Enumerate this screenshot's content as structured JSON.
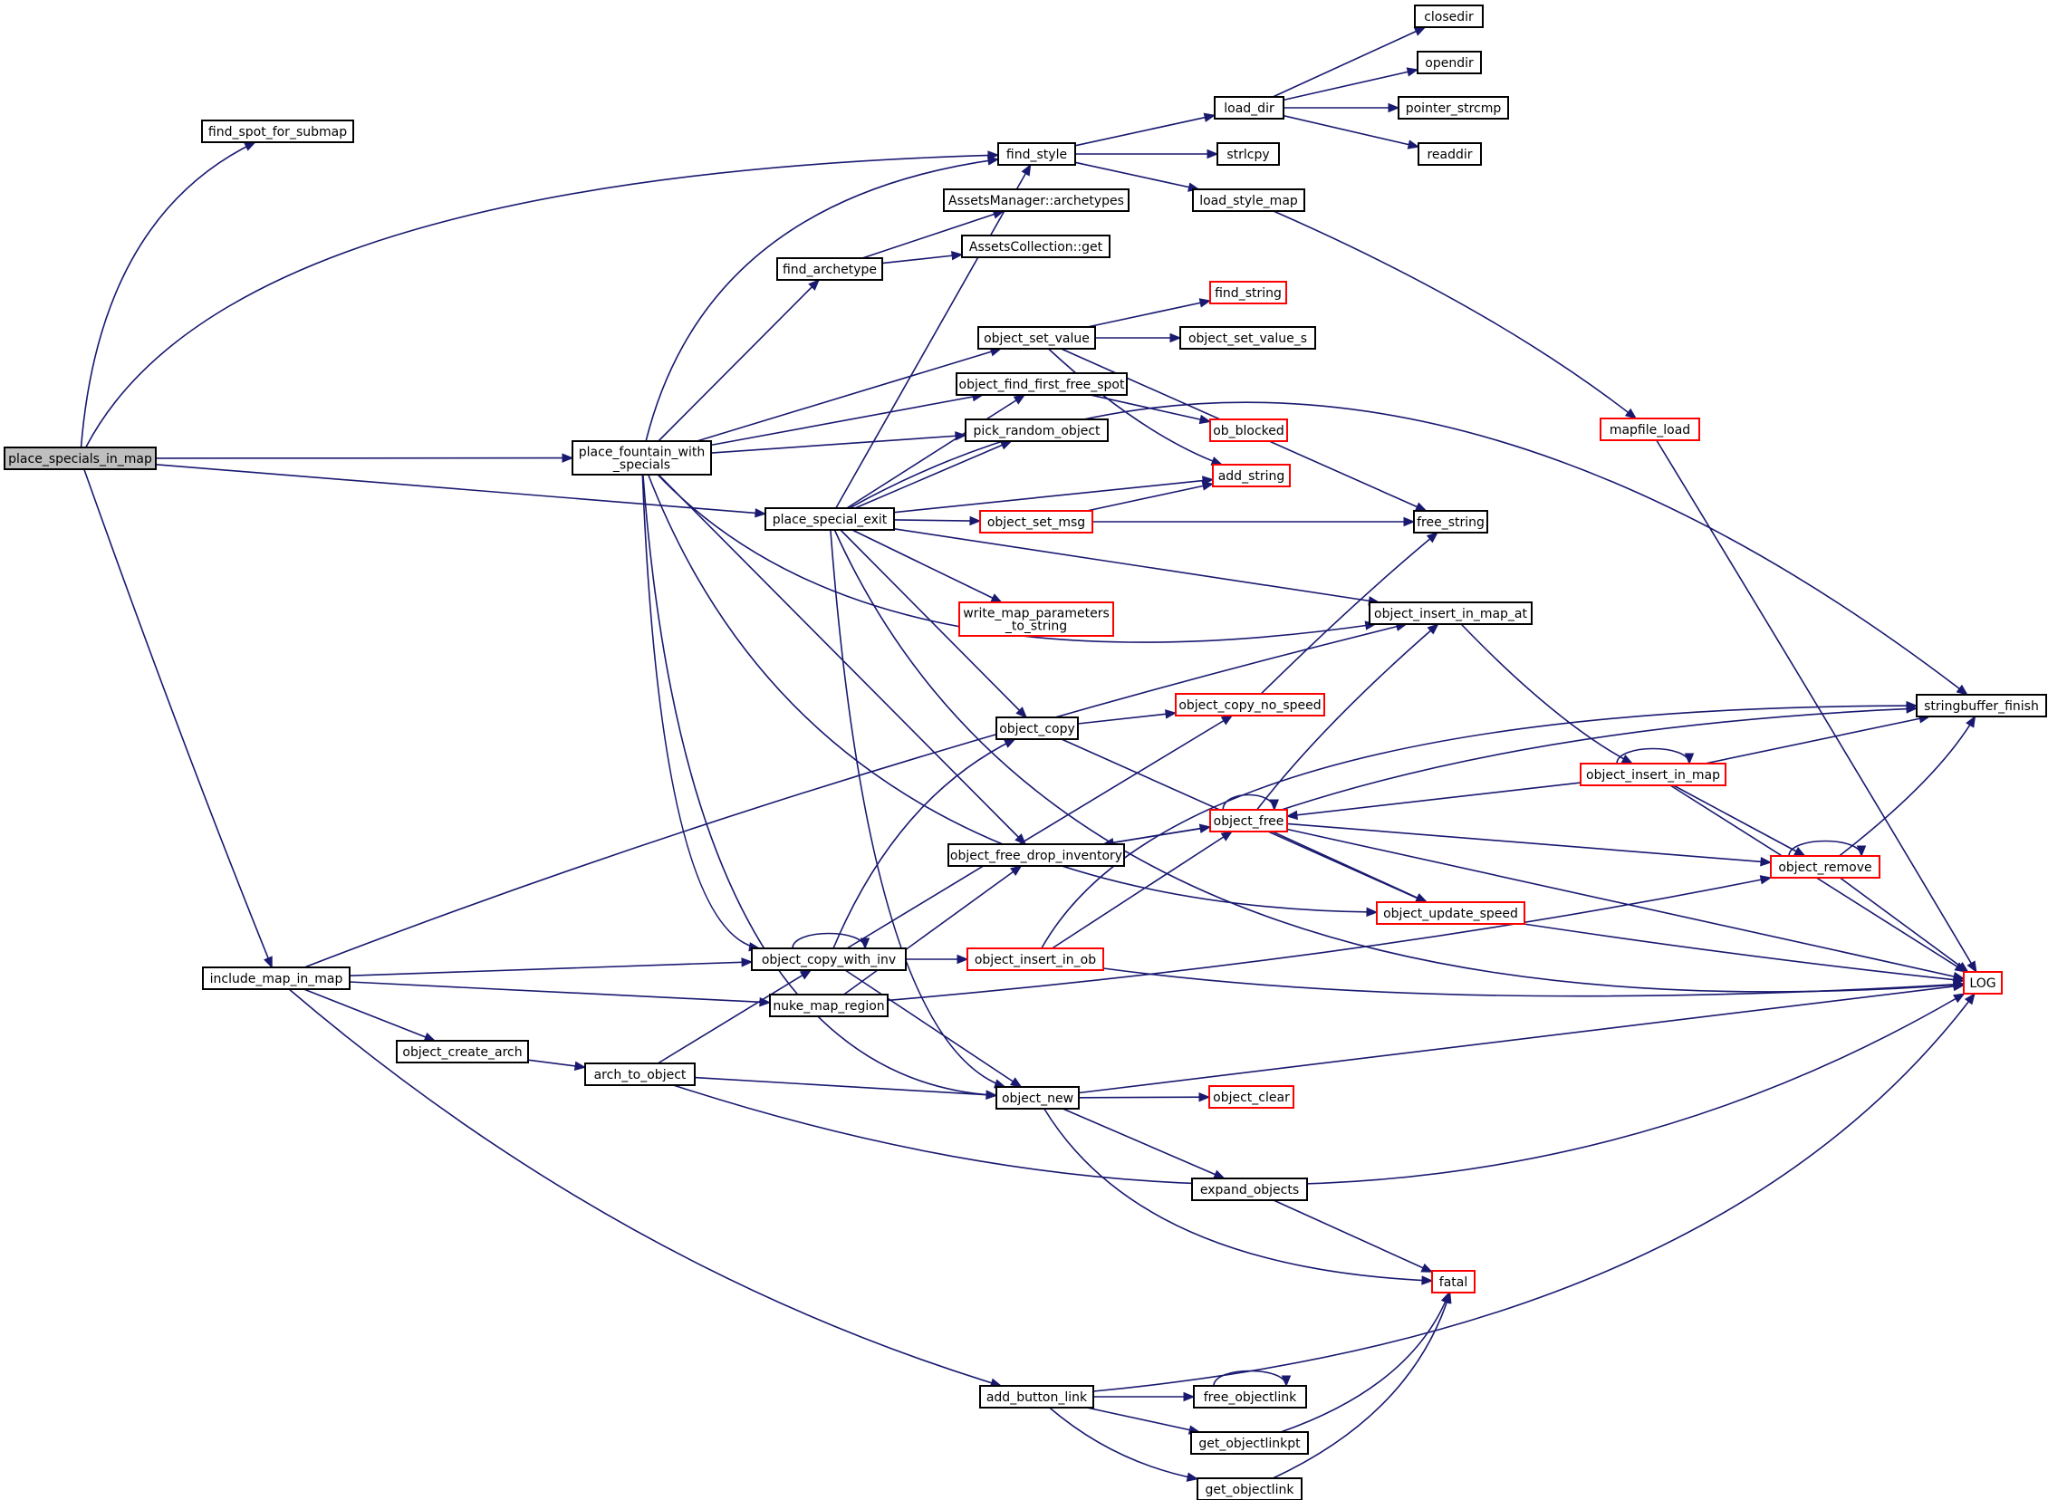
{
  "colors": {
    "edge": "#191970",
    "node_border": "#000000",
    "truncated_border": "#ff0000",
    "root_fill": "#bfbfbf",
    "node_fill": "#ffffff"
  },
  "nodes": {
    "place_specials_in_map": {
      "label": [
        "place_specials_in_map"
      ],
      "kind": "root"
    },
    "find_spot_for_submap": {
      "label": [
        "find_spot_for_submap"
      ],
      "kind": "normal"
    },
    "place_fountain_with_specials": {
      "label": [
        "place_fountain_with",
        "_specials"
      ],
      "kind": "normal"
    },
    "place_special_exit": {
      "label": [
        "place_special_exit"
      ],
      "kind": "normal"
    },
    "include_map_in_map": {
      "label": [
        "include_map_in_map"
      ],
      "kind": "normal"
    },
    "find_style": {
      "label": [
        "find_style"
      ],
      "kind": "normal"
    },
    "load_dir": {
      "label": [
        "load_dir"
      ],
      "kind": "normal"
    },
    "closedir": {
      "label": [
        "closedir"
      ],
      "kind": "normal"
    },
    "opendir": {
      "label": [
        "opendir"
      ],
      "kind": "normal"
    },
    "pointer_strcmp": {
      "label": [
        "pointer_strcmp"
      ],
      "kind": "normal"
    },
    "readdir": {
      "label": [
        "readdir"
      ],
      "kind": "normal"
    },
    "strlcpy": {
      "label": [
        "strlcpy"
      ],
      "kind": "normal"
    },
    "load_style_map": {
      "label": [
        "load_style_map"
      ],
      "kind": "normal"
    },
    "assets_archetypes": {
      "label": [
        "AssetsManager::archetypes"
      ],
      "kind": "normal"
    },
    "assets_get": {
      "label": [
        "AssetsCollection::get"
      ],
      "kind": "normal"
    },
    "find_archetype": {
      "label": [
        "find_archetype"
      ],
      "kind": "normal"
    },
    "find_string": {
      "label": [
        "find_string"
      ],
      "kind": "truncated"
    },
    "object_set_value": {
      "label": [
        "object_set_value"
      ],
      "kind": "normal"
    },
    "object_set_value_s": {
      "label": [
        "object_set_value_s"
      ],
      "kind": "normal"
    },
    "object_find_first_free_spot": {
      "label": [
        "object_find_first_free_spot"
      ],
      "kind": "normal"
    },
    "ob_blocked": {
      "label": [
        "ob_blocked"
      ],
      "kind": "truncated"
    },
    "pick_random_object": {
      "label": [
        "pick_random_object"
      ],
      "kind": "normal"
    },
    "add_string": {
      "label": [
        "add_string"
      ],
      "kind": "truncated"
    },
    "mapfile_load": {
      "label": [
        "mapfile_load"
      ],
      "kind": "truncated"
    },
    "object_set_msg": {
      "label": [
        "object_set_msg"
      ],
      "kind": "truncated"
    },
    "free_string": {
      "label": [
        "free_string"
      ],
      "kind": "normal"
    },
    "write_map_parameters_to_string": {
      "label": [
        "write_map_parameters",
        "_to_string"
      ],
      "kind": "truncated"
    },
    "object_insert_in_map_at": {
      "label": [
        "object_insert_in_map_at"
      ],
      "kind": "normal"
    },
    "object_copy_no_speed": {
      "label": [
        "object_copy_no_speed"
      ],
      "kind": "truncated"
    },
    "stringbuffer_finish": {
      "label": [
        "stringbuffer_finish"
      ],
      "kind": "normal"
    },
    "object_copy": {
      "label": [
        "object_copy"
      ],
      "kind": "normal"
    },
    "object_insert_in_map": {
      "label": [
        "object_insert_in_map"
      ],
      "kind": "truncated"
    },
    "object_free": {
      "label": [
        "object_free"
      ],
      "kind": "truncated"
    },
    "object_free_drop_inventory": {
      "label": [
        "object_free_drop_inventory"
      ],
      "kind": "normal"
    },
    "object_remove": {
      "label": [
        "object_remove"
      ],
      "kind": "truncated"
    },
    "object_update_speed": {
      "label": [
        "object_update_speed"
      ],
      "kind": "truncated"
    },
    "object_copy_with_inv": {
      "label": [
        "object_copy_with_inv"
      ],
      "kind": "normal"
    },
    "object_insert_in_ob": {
      "label": [
        "object_insert_in_ob"
      ],
      "kind": "truncated"
    },
    "LOG": {
      "label": [
        "LOG"
      ],
      "kind": "truncated"
    },
    "nuke_map_region": {
      "label": [
        "nuke_map_region"
      ],
      "kind": "normal"
    },
    "object_create_arch": {
      "label": [
        "object_create_arch"
      ],
      "kind": "normal"
    },
    "arch_to_object": {
      "label": [
        "arch_to_object"
      ],
      "kind": "normal"
    },
    "object_new": {
      "label": [
        "object_new"
      ],
      "kind": "normal"
    },
    "object_clear": {
      "label": [
        "object_clear"
      ],
      "kind": "truncated"
    },
    "expand_objects": {
      "label": [
        "expand_objects"
      ],
      "kind": "normal"
    },
    "fatal": {
      "label": [
        "fatal"
      ],
      "kind": "truncated"
    },
    "add_button_link": {
      "label": [
        "add_button_link"
      ],
      "kind": "normal"
    },
    "free_objectlink": {
      "label": [
        "free_objectlink"
      ],
      "kind": "normal"
    },
    "get_objectlinkpt": {
      "label": [
        "get_objectlinkpt"
      ],
      "kind": "normal"
    },
    "get_objectlink": {
      "label": [
        "get_objectlink"
      ],
      "kind": "normal"
    }
  },
  "edges": [
    [
      "place_specials_in_map",
      "find_spot_for_submap"
    ],
    [
      "place_specials_in_map",
      "find_style"
    ],
    [
      "place_specials_in_map",
      "place_fountain_with_specials"
    ],
    [
      "place_specials_in_map",
      "place_special_exit"
    ],
    [
      "place_specials_in_map",
      "include_map_in_map"
    ],
    [
      "find_style",
      "load_dir"
    ],
    [
      "find_style",
      "strlcpy"
    ],
    [
      "find_style",
      "load_style_map"
    ],
    [
      "load_dir",
      "closedir"
    ],
    [
      "load_dir",
      "opendir"
    ],
    [
      "load_dir",
      "pointer_strcmp"
    ],
    [
      "load_dir",
      "readdir"
    ],
    [
      "load_style_map",
      "mapfile_load"
    ],
    [
      "mapfile_load",
      "LOG"
    ],
    [
      "find_archetype",
      "assets_archetypes"
    ],
    [
      "find_archetype",
      "assets_get"
    ],
    [
      "place_fountain_with_specials",
      "find_style"
    ],
    [
      "place_fountain_with_specials",
      "find_archetype"
    ],
    [
      "place_fountain_with_specials",
      "object_set_value"
    ],
    [
      "place_fountain_with_specials",
      "object_find_first_free_spot"
    ],
    [
      "place_fountain_with_specials",
      "pick_random_object"
    ],
    [
      "place_fountain_with_specials",
      "object_insert_in_map_at"
    ],
    [
      "place_fountain_with_specials",
      "object_free_drop_inventory"
    ],
    [
      "place_fountain_with_specials",
      "object_update_speed"
    ],
    [
      "place_fountain_with_specials",
      "object_copy_with_inv"
    ],
    [
      "place_fountain_with_specials",
      "object_new"
    ],
    [
      "object_set_value",
      "find_string"
    ],
    [
      "object_set_value",
      "object_set_value_s"
    ],
    [
      "object_set_value",
      "add_string"
    ],
    [
      "object_set_value",
      "free_string"
    ],
    [
      "object_find_first_free_spot",
      "ob_blocked"
    ],
    [
      "place_special_exit",
      "find_style"
    ],
    [
      "place_special_exit",
      "stringbuffer_finish"
    ],
    [
      "place_special_exit",
      "object_find_first_free_spot"
    ],
    [
      "place_special_exit",
      "pick_random_object"
    ],
    [
      "place_special_exit",
      "add_string"
    ],
    [
      "place_special_exit",
      "object_set_msg"
    ],
    [
      "place_special_exit",
      "write_map_parameters_to_string"
    ],
    [
      "place_special_exit",
      "object_insert_in_map_at"
    ],
    [
      "place_special_exit",
      "object_copy"
    ],
    [
      "place_special_exit",
      "object_new"
    ],
    [
      "place_special_exit",
      "LOG"
    ],
    [
      "object_set_msg",
      "add_string"
    ],
    [
      "object_set_msg",
      "free_string"
    ],
    [
      "object_insert_in_map_at",
      "object_insert_in_map"
    ],
    [
      "object_copy_no_speed",
      "free_string"
    ],
    [
      "object_copy",
      "object_copy_no_speed"
    ],
    [
      "object_copy",
      "object_update_speed"
    ],
    [
      "object_insert_in_map",
      "object_insert_in_map"
    ],
    [
      "object_insert_in_map",
      "stringbuffer_finish"
    ],
    [
      "object_insert_in_map",
      "object_free"
    ],
    [
      "object_insert_in_map",
      "object_remove"
    ],
    [
      "object_insert_in_map",
      "LOG"
    ],
    [
      "object_free",
      "object_free"
    ],
    [
      "object_free",
      "object_insert_in_map_at"
    ],
    [
      "object_free",
      "stringbuffer_finish"
    ],
    [
      "object_free",
      "object_free_drop_inventory"
    ],
    [
      "object_free",
      "object_remove"
    ],
    [
      "object_free",
      "object_update_speed"
    ],
    [
      "object_free",
      "LOG"
    ],
    [
      "object_free_drop_inventory",
      "object_free"
    ],
    [
      "object_remove",
      "object_remove"
    ],
    [
      "object_remove",
      "stringbuffer_finish"
    ],
    [
      "object_remove",
      "LOG"
    ],
    [
      "object_update_speed",
      "LOG"
    ],
    [
      "object_copy_with_inv",
      "object_copy_with_inv"
    ],
    [
      "object_copy_with_inv",
      "object_copy"
    ],
    [
      "object_copy_with_inv",
      "object_copy_no_speed"
    ],
    [
      "object_copy_with_inv",
      "object_insert_in_ob"
    ],
    [
      "object_copy_with_inv",
      "object_new"
    ],
    [
      "object_insert_in_ob",
      "stringbuffer_finish"
    ],
    [
      "object_insert_in_ob",
      "object_free"
    ],
    [
      "object_insert_in_ob",
      "LOG"
    ],
    [
      "include_map_in_map",
      "object_insert_in_map_at"
    ],
    [
      "include_map_in_map",
      "object_copy_with_inv"
    ],
    [
      "include_map_in_map",
      "nuke_map_region"
    ],
    [
      "include_map_in_map",
      "object_create_arch"
    ],
    [
      "include_map_in_map",
      "add_button_link"
    ],
    [
      "nuke_map_region",
      "object_free_drop_inventory"
    ],
    [
      "nuke_map_region",
      "object_remove"
    ],
    [
      "object_create_arch",
      "arch_to_object"
    ],
    [
      "arch_to_object",
      "object_copy_with_inv"
    ],
    [
      "arch_to_object",
      "object_new"
    ],
    [
      "arch_to_object",
      "LOG"
    ],
    [
      "object_new",
      "object_clear"
    ],
    [
      "object_new",
      "expand_objects"
    ],
    [
      "object_new",
      "fatal"
    ],
    [
      "object_new",
      "LOG"
    ],
    [
      "expand_objects",
      "fatal"
    ],
    [
      "add_button_link",
      "LOG"
    ],
    [
      "add_button_link",
      "free_objectlink"
    ],
    [
      "add_button_link",
      "get_objectlinkpt"
    ],
    [
      "add_button_link",
      "get_objectlink"
    ],
    [
      "free_objectlink",
      "free_objectlink"
    ],
    [
      "get_objectlinkpt",
      "fatal"
    ],
    [
      "get_objectlink",
      "fatal"
    ]
  ]
}
